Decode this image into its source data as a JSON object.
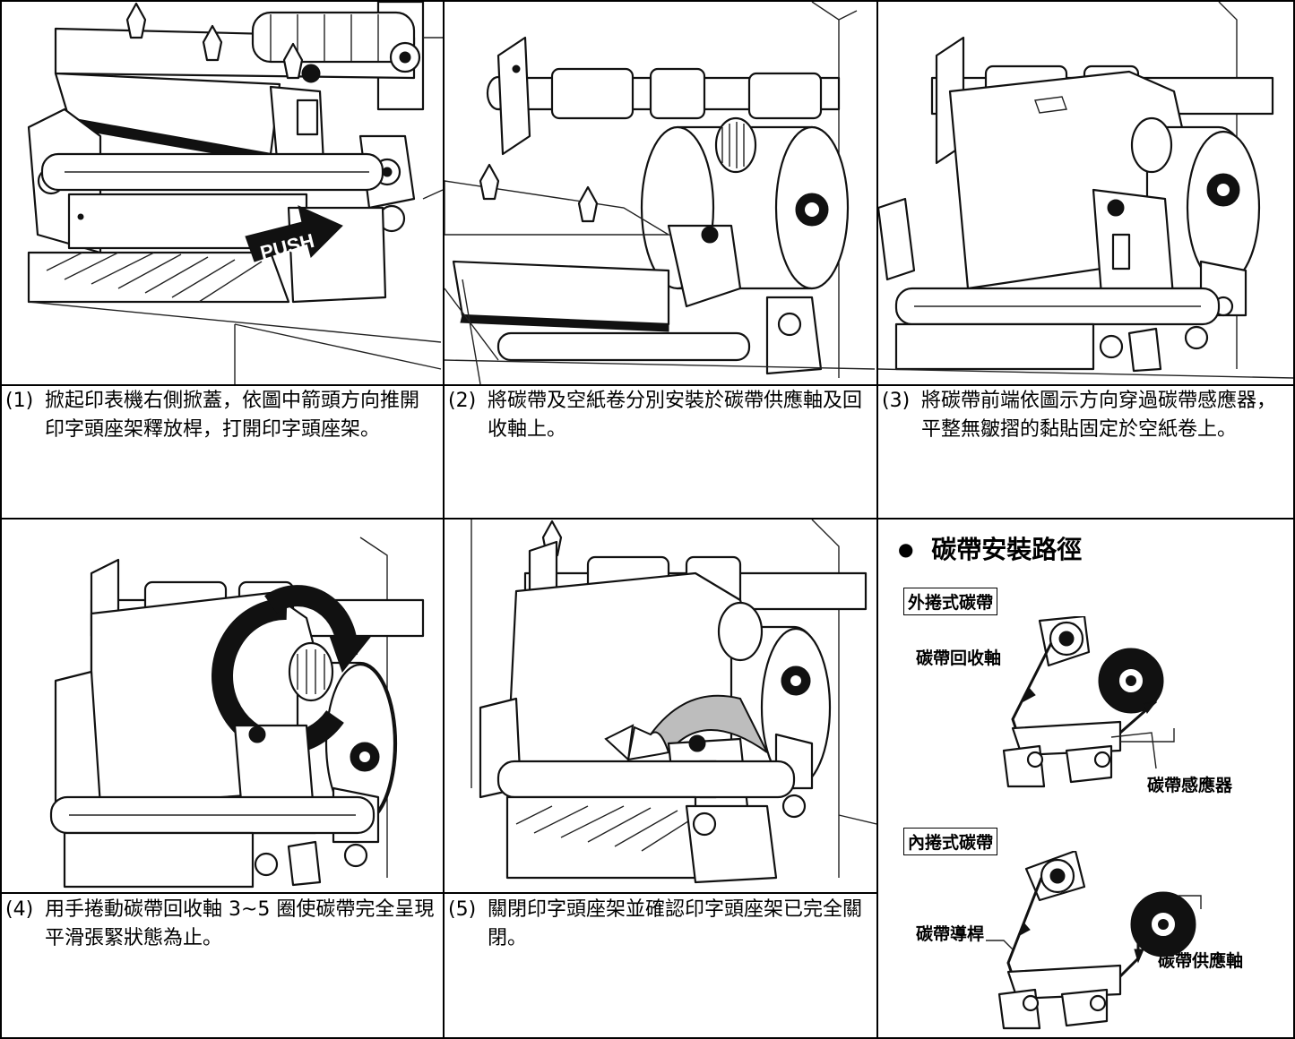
{
  "steps": [
    {
      "number": "(1)",
      "text": "掀起印表機右側掀蓋，依圖中箭頭方向推開印字頭座架釋放桿，打開印字頭座架。",
      "push_label": "PUSH"
    },
    {
      "number": "(2)",
      "text": "將碳帶及空紙卷分別安裝於碳帶供應軸及回收軸上。"
    },
    {
      "number": "(3)",
      "text": "將碳帶前端依圖示方向穿過碳帶感應器，平整無皺摺的黏貼固定於空紙卷上。"
    },
    {
      "number": "(4)",
      "text": "用手捲動碳帶回收軸 3~5 圈使碳帶完全呈現平滑張緊狀態為止。"
    },
    {
      "number": "(5)",
      "text": "關閉印字頭座架並確認印字頭座架已完全關閉。"
    }
  ],
  "legend": {
    "bullet": "●",
    "title": "碳帶安裝路徑",
    "outer_label": "外捲式碳帶",
    "inner_label": "內捲式碳帶",
    "rewind_spindle": "碳帶回收軸",
    "ribbon_sensor": "碳帶感應器",
    "guide_bar": "碳帶導桿",
    "supply_spindle": "碳帶供應軸"
  }
}
